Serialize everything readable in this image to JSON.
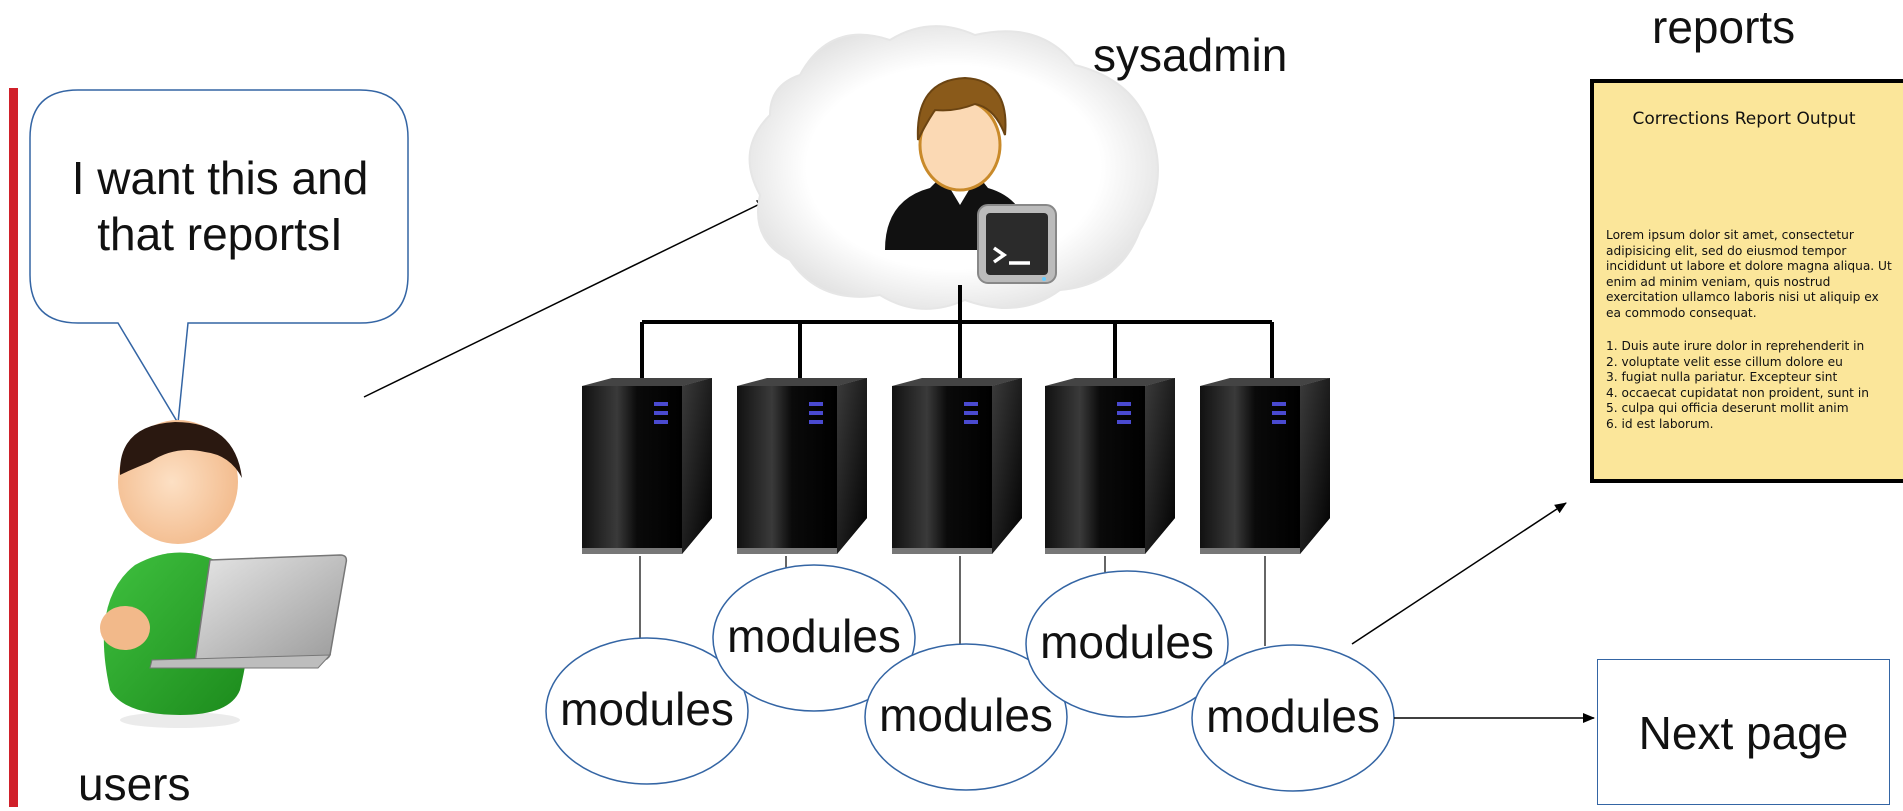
{
  "labels": {
    "sysadmin": "sysadmin",
    "reports": "reports",
    "users": "users"
  },
  "bubble": {
    "text": "I want this and that reportsI"
  },
  "modules": [
    "modules",
    "modules",
    "modules",
    "modules",
    "modules"
  ],
  "report": {
    "title": "Corrections Report Output",
    "body": "Lorem ipsum dolor sit amet, consectetur adipisicing elit, sed do eiusmod tempor incididunt ut labore et dolore magna aliqua. Ut enim ad minim veniam, quis nostrud exercitation ullamco laboris nisi ut aliquip ex ea commodo consequat.",
    "list": [
      "1. Duis aute irure dolor in reprehenderit in",
      "2. voluptate velit esse cillum dolore eu",
      "3. fugiat nulla pariatur. Excepteur sint",
      "4. occaecat cupidatat non proident, sunt in",
      "5. culpa qui officia deserunt mollit anim",
      "6. id est laborum."
    ]
  },
  "next_page": {
    "label": "Next page"
  },
  "colors": {
    "accent_bar": "#d0202a",
    "outline_blue": "#3465a4",
    "report_bg": "#fbe69a",
    "user_shirt": "#2ea82e"
  },
  "icons": [
    "user-icon",
    "laptop-icon",
    "sysadmin-icon",
    "terminal-icon",
    "server-icon",
    "cloud-icon"
  ]
}
